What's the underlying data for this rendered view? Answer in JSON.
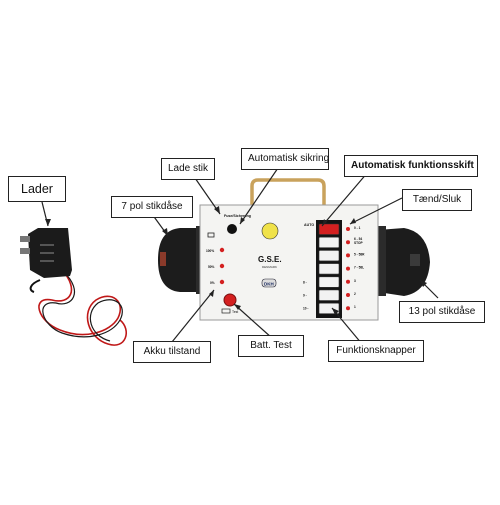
{
  "callouts": {
    "lader": "Lader",
    "lade_stik": "Lade stik",
    "automatisk_sikring": "Automatisk sikring",
    "automatisk_funktionsskift": "Automatisk funktionsskift",
    "taend_sluk": "Tænd/Sluk",
    "pol7": "7 pol stikdåse",
    "pol13": "13 pol stikdåse",
    "akku_tilstand": "Akku tilstand",
    "batt_test": "Batt. Test",
    "funktionsknapper": "Funktionsknapper"
  },
  "panel": {
    "fuse_label": "Fuse/Sicherung",
    "brand": "G.S.E.",
    "brand_sub": "DENMARK",
    "badge": "DKH",
    "level_100": "100%",
    "level_50": "50%",
    "level_0": "0%",
    "test_label": "Test",
    "auto_label": "AUTO",
    "right_labels": [
      "0 - 1",
      "6 - 54\nSTOP",
      "5 - 58R",
      "7 - 58L",
      "3",
      "2",
      "1"
    ],
    "left_labels": [
      "8 -",
      "9 -",
      "10 -"
    ]
  },
  "colors": {
    "panel_bg": "#f4f4f2",
    "socket": "#1c1c1c",
    "handle": "#c9a25c",
    "led_red": "#d42020",
    "cable_red": "#c01818",
    "logo_yellow": "#f0e24a"
  }
}
